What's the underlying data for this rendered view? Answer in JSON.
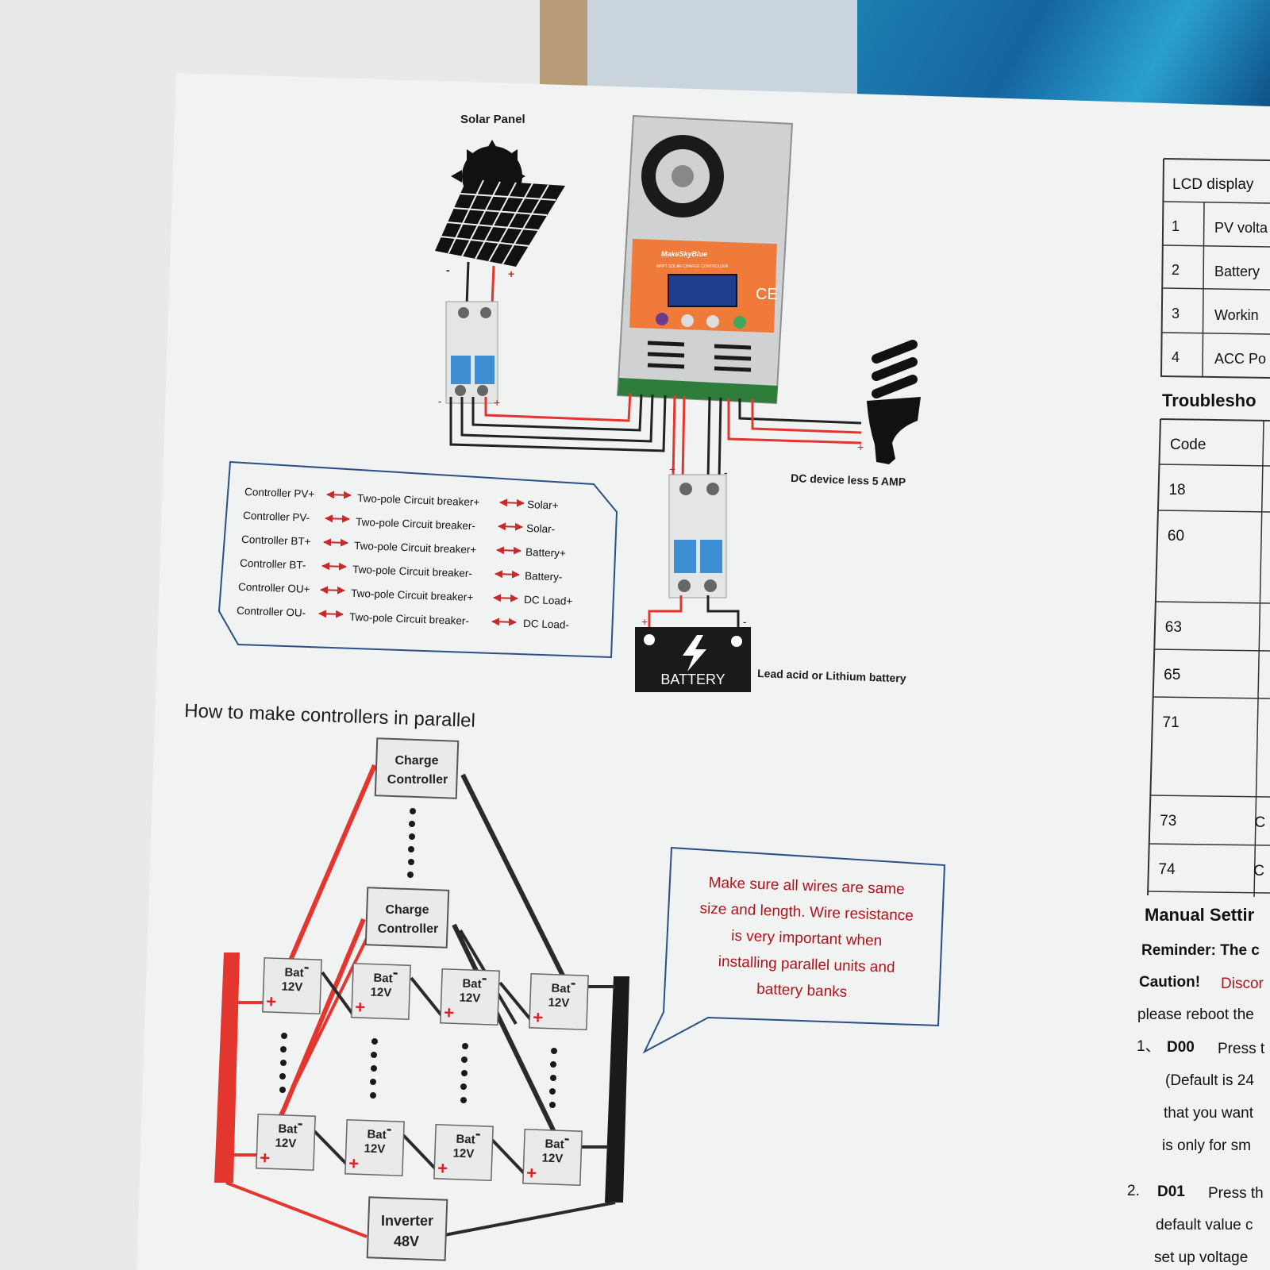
{
  "diagram": {
    "solar_panel_label": "Solar Panel",
    "controller_brand": "MakeSkyBlue",
    "controller_subtitle": "MPPT SOLAR CHARGE CONTROLLER",
    "ce_mark": "CE",
    "dc_device_label": "DC device less 5 AMP",
    "battery_text": "BATTERY",
    "battery_type_label": "Lead acid or Lithium battery",
    "minus": "-",
    "plus": "+"
  },
  "wiring_table": [
    {
      "a": "Controller PV+",
      "b": "Two-pole Circuit breaker+",
      "c": "Solar+"
    },
    {
      "a": "Controller PV-",
      "b": "Two-pole Circuit breaker-",
      "c": "Solar-"
    },
    {
      "a": "Controller BT+",
      "b": "Two-pole Circuit breaker+",
      "c": "Battery+"
    },
    {
      "a": "Controller BT-",
      "b": "Two-pole Circuit breaker-",
      "c": "Battery-"
    },
    {
      "a": "Controller OU+",
      "b": "Two-pole Circuit breaker+",
      "c": "DC Load+"
    },
    {
      "a": "Controller OU-",
      "b": "Two-pole Circuit breaker-",
      "c": "DC Load-"
    }
  ],
  "parallel": {
    "heading": "How to make controllers in parallel",
    "controller_line1": "Charge",
    "controller_line2": "Controller",
    "bat_line1": "Bat",
    "bat_line2": "12V",
    "inverter_line1": "Inverter",
    "inverter_line2": "48V",
    "note_lines": [
      "Make sure all wires are same",
      "size and length. Wire resistance",
      "is very important when",
      "installing parallel units and",
      "battery banks"
    ]
  },
  "right_column": {
    "lcd_header": "LCD display",
    "lcd_rows": [
      {
        "n": "1",
        "t": "PV volta"
      },
      {
        "n": "2",
        "t": "Battery"
      },
      {
        "n": "3",
        "t": "Workin"
      },
      {
        "n": "4",
        "t": "ACC Po"
      }
    ],
    "troubleshoot_heading": "Troublesho",
    "code_header": "Code",
    "codes": [
      "18",
      "60",
      "63",
      "65",
      "71",
      "73",
      "74"
    ],
    "code_col2": [
      "",
      "",
      "",
      "",
      "",
      "C",
      "C"
    ],
    "manual_heading": "Manual Settir",
    "reminder": "Reminder: The c",
    "caution_label": "Caution!",
    "caution_text": "Discor",
    "reboot_text": "please reboot the",
    "item1_num": "1、",
    "item1_code": "D00",
    "item1_text": "Press t",
    "item1_l2": "(Default is 24",
    "item1_l3": "that you want",
    "item1_l4": "is only for sm",
    "item2_num": "2.",
    "item2_code": "D01",
    "item2_text": "Press th",
    "item2_l2": "default value c",
    "item2_l3": "set up voltage"
  },
  "colors": {
    "wire_red": "#e2362f",
    "wire_black": "#222222",
    "controller_orange": "#ef7a3a",
    "frame_blue": "#2b4f86",
    "note_red": "#b3121b"
  }
}
